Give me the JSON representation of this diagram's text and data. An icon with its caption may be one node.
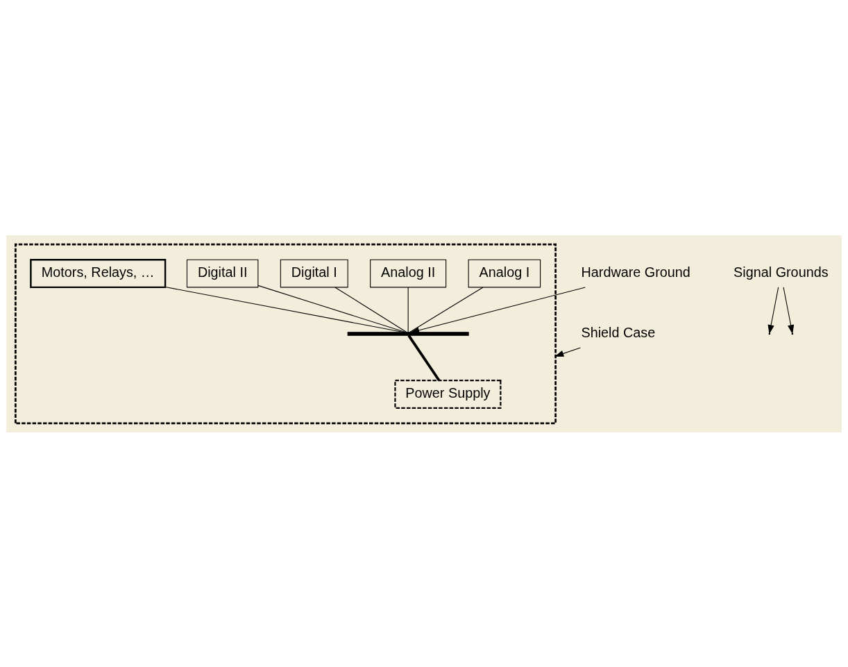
{
  "diagram": {
    "nodes": [
      {
        "text": [],
        "shape": "box"
      },
      {
        "text": [
          "Analog I"
        ],
        "in": 0
      },
      {
        "text": [
          "Analog II"
        ],
        "in": 0
      },
      {
        "text": [
          "Digital I"
        ],
        "in": 0
      },
      {
        "text": [
          "Digital II"
        ],
        "in": 0
      },
      {
        "text": [
          "Motors, Relays, …"
        ],
        "in": 0
      },
      {
        "text": [],
        "shape": "bar",
        "in": 0
      },
      {
        "text": [
          "Power Supply"
        ],
        "in": 0
      },
      {
        "text": [
          "Signal Grounds"
        ]
      },
      {
        "text": [
          "Hardware Ground"
        ]
      },
      {
        "text": [
          "Shield Case"
        ]
      }
    ],
    "edges": [
      {
        "from": 1,
        "to": 6,
        "arrow": "none"
      },
      {
        "from": 2,
        "to": 6,
        "arrow": "none"
      },
      {
        "from": 3,
        "to": 6,
        "arrow": "none"
      },
      {
        "from": 4,
        "to": 6,
        "arrow": "none"
      },
      {
        "from": 5,
        "to": 6,
        "arrow": "none"
      },
      {
        "from": 6,
        "to": 7,
        "arrow": "none",
        "style": "thick"
      },
      {
        "from": 8,
        "to": null,
        "arrow": "to"
      },
      {
        "from": 8,
        "to": null,
        "arrow": "to"
      },
      {
        "from": 9,
        "to": 6,
        "arrow": "to"
      },
      {
        "from": 10,
        "to": 0,
        "arrow": "to"
      }
    ]
  }
}
